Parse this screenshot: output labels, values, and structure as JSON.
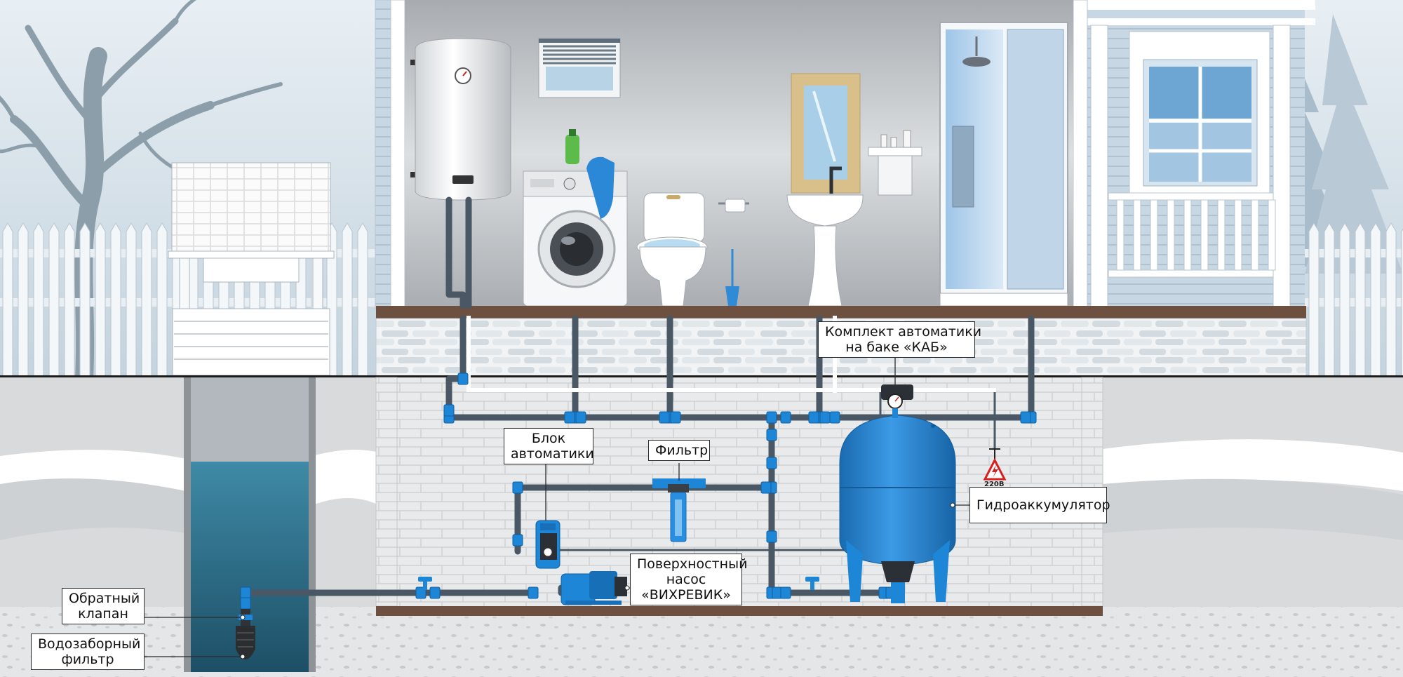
{
  "labels": {
    "kab": [
      "Комплект автоматики",
      "на баке «КАБ»"
    ],
    "blok": [
      "Блок",
      "автоматики"
    ],
    "filtr": "Фильтр",
    "gidro": "Гидроаккумулятор",
    "nasos": [
      "Поверхностный",
      "насос",
      "«ВИХРЕВИК»"
    ],
    "obratny": [
      "Обратный",
      "клапан"
    ],
    "vodozabor": [
      "Водозаборный",
      "фильтр"
    ],
    "voltage": "220В"
  },
  "colors": {
    "pipe": "#4a5866",
    "fitting": "#1e86d6",
    "tank": "#2a86d2",
    "floor": "#6e5040",
    "water": "#3f7e96"
  }
}
